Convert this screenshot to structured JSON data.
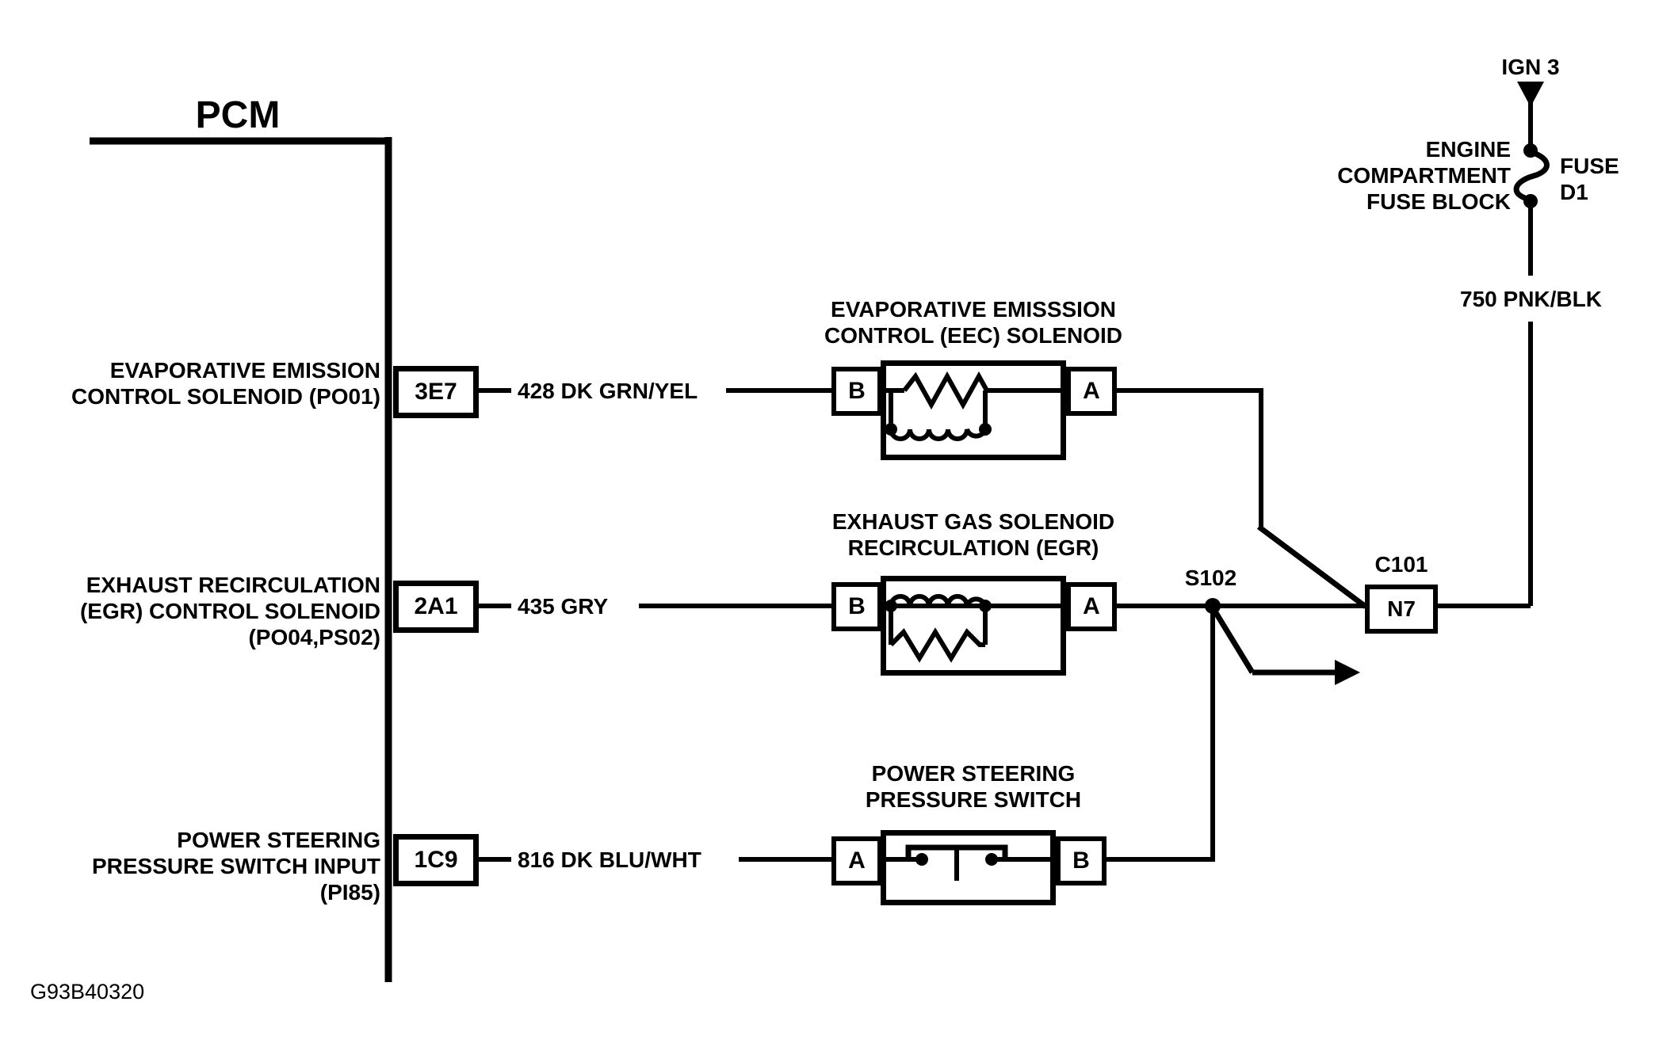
{
  "diagram": {
    "pcm_label": "PCM",
    "figure_id": "G93B40320",
    "colors": {
      "ink": "#000000",
      "paper": "#ffffff"
    },
    "power_feed": {
      "ignition_label": "IGN 3",
      "fuse_block_lines": [
        "ENGINE",
        "COMPARTMENT",
        "FUSE BLOCK"
      ],
      "fuse_lines": [
        "FUSE",
        "D1"
      ],
      "wire_label": "750 PNK/BLK"
    },
    "splice": {
      "label": "S102"
    },
    "connector": {
      "label": "C101",
      "pin": "N7"
    },
    "rows": [
      {
        "pcm_function_lines": [
          "EVAPORATIVE EMISSION",
          "CONTROL SOLENOID (PO01)"
        ],
        "pin": "3E7",
        "wire_label": "428 DK GRN/YEL",
        "component_title_lines": [
          "EVAPORATIVE EMISSSION",
          "CONTROL (EEC) SOLENOID"
        ],
        "left_terminal": "B",
        "right_terminal": "A"
      },
      {
        "pcm_function_lines": [
          "EXHAUST RECIRCULATION",
          "(EGR) CONTROL SOLENOID",
          "(PO04,PS02)"
        ],
        "pin": "2A1",
        "wire_label": "435 GRY",
        "component_title_lines": [
          "EXHAUST GAS SOLENOID",
          "RECIRCULATION (EGR)"
        ],
        "left_terminal": "B",
        "right_terminal": "A"
      },
      {
        "pcm_function_lines": [
          "POWER STEERING",
          "PRESSURE SWITCH INPUT",
          "(PI85)"
        ],
        "pin": "1C9",
        "wire_label": "816 DK BLU/WHT",
        "component_title_lines": [
          "POWER STEERING",
          "PRESSURE SWITCH"
        ],
        "left_terminal": "A",
        "right_terminal": "B"
      }
    ]
  }
}
